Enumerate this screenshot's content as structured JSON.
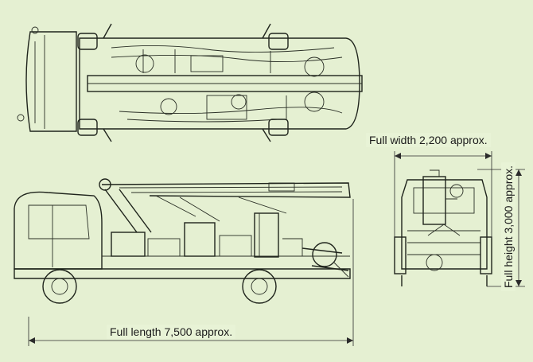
{
  "labels": {
    "full_width": "Full width 2,200 approx.",
    "full_length": "Full length 7,500 approx.",
    "full_height": "Full height 3,000 approx."
  },
  "colors": {
    "background": "#e5f0d2",
    "ink": "#1f241c"
  }
}
